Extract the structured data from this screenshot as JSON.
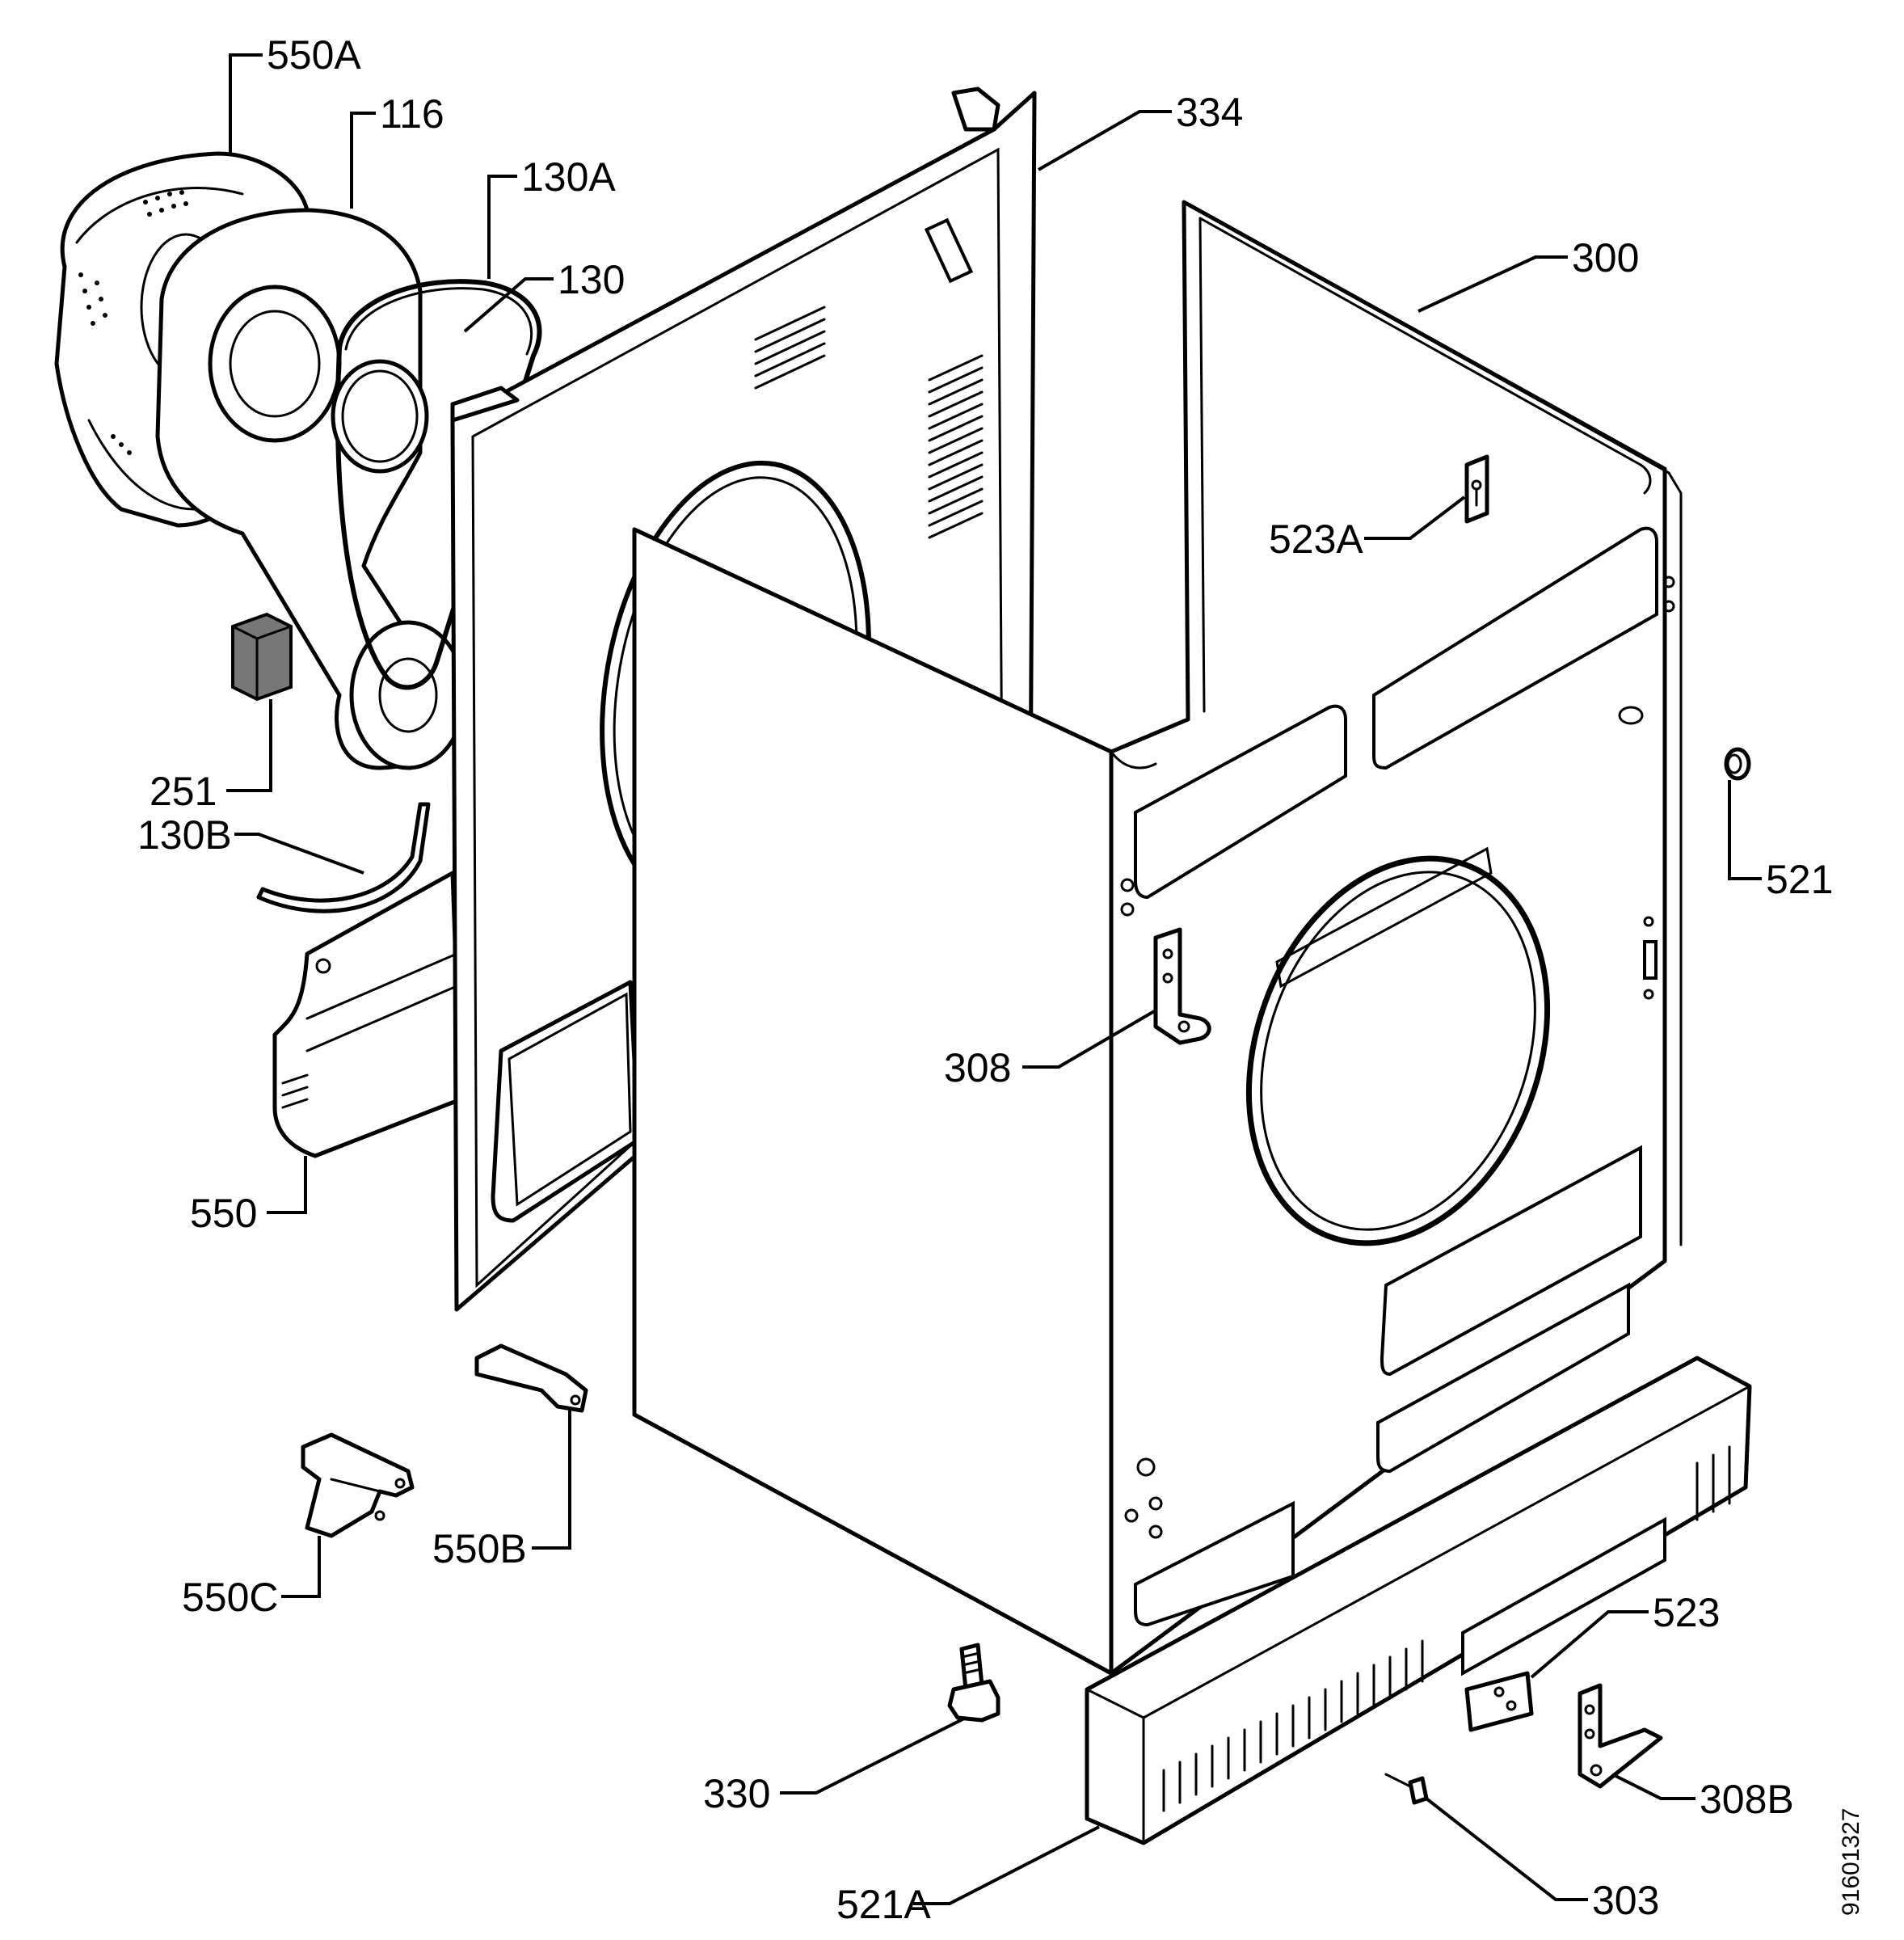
{
  "callouts": [
    {
      "id": "550a",
      "label": "550A"
    },
    {
      "id": "116",
      "label": "116"
    },
    {
      "id": "130a",
      "label": "130A"
    },
    {
      "id": "130",
      "label": "130"
    },
    {
      "id": "334",
      "label": "334"
    },
    {
      "id": "300",
      "label": "300"
    },
    {
      "id": "523a",
      "label": "523A"
    },
    {
      "id": "251",
      "label": "251"
    },
    {
      "id": "130b",
      "label": "130B"
    },
    {
      "id": "521",
      "label": "521"
    },
    {
      "id": "308",
      "label": "308"
    },
    {
      "id": "550",
      "label": "550"
    },
    {
      "id": "550b",
      "label": "550B"
    },
    {
      "id": "550c",
      "label": "550C"
    },
    {
      "id": "523",
      "label": "523"
    },
    {
      "id": "330",
      "label": "330"
    },
    {
      "id": "308b",
      "label": "308B"
    },
    {
      "id": "303",
      "label": "303"
    },
    {
      "id": "521a",
      "label": "521A"
    }
  ],
  "document_number": "91601327",
  "colors": {
    "line": "#000000",
    "background": "#ffffff"
  }
}
